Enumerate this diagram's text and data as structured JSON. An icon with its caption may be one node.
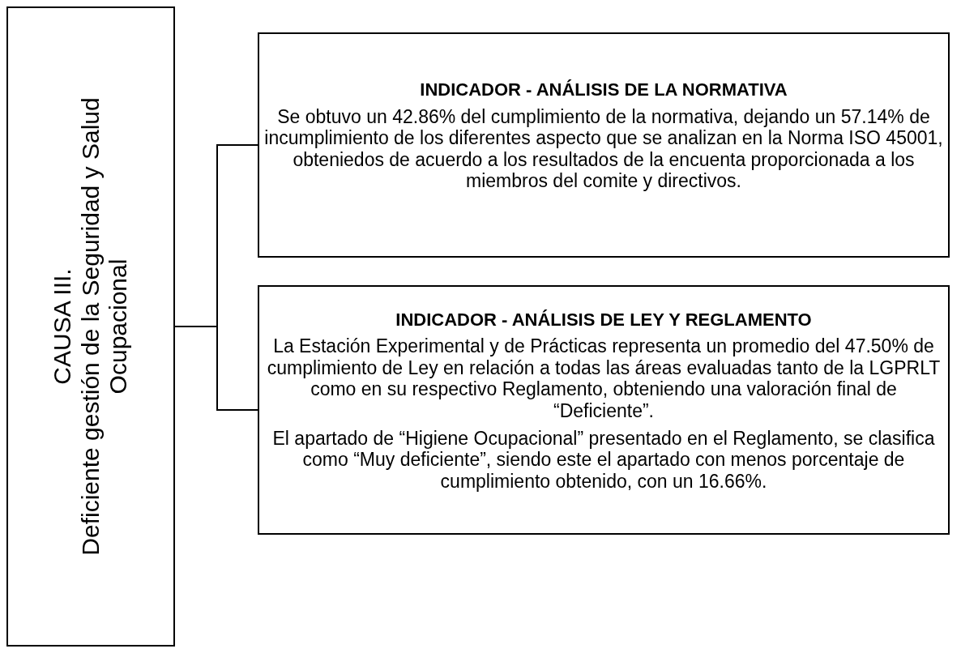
{
  "diagram": {
    "nodes": [
      {
        "text": [
          "CAUSA III.",
          "Deficiente gestión de la Seguridad y Salud Ocupacional"
        ]
      },
      {
        "text": [
          "INDICADOR - ANÁLISIS DE LA NORMATIVA",
          "Se obtuvo un 42.86% del cumplimiento de la normativa, dejando un 57.14% de incumplimiento de los diferentes aspecto que se analizan en la Norma ISO 45001, obteniedos de acuerdo a los resultados de la encuenta proporcionada a los miembros del comite y directivos."
        ]
      },
      {
        "text": [
          "INDICADOR - ANÁLISIS DE LEY Y REGLAMENTO",
          "La Estación Experimental y de Prácticas representa un promedio del 47.50% de cumplimiento de Ley en relación a todas las áreas evaluadas tanto de la LGPRLT como en su respectivo Reglamento, obteniendo una valoración final de “Deficiente”.",
          "El apartado de “Higiene Ocupacional” presentado en el Reglamento, se clasifica como “Muy deficiente”, siendo este el apartado con menos porcentaje de cumplimiento obtenido, con un 16.66%."
        ]
      }
    ],
    "edges": [
      {
        "from": 0,
        "to": 1,
        "arrow": "none"
      },
      {
        "from": 0,
        "to": 2,
        "arrow": "none"
      }
    ]
  }
}
